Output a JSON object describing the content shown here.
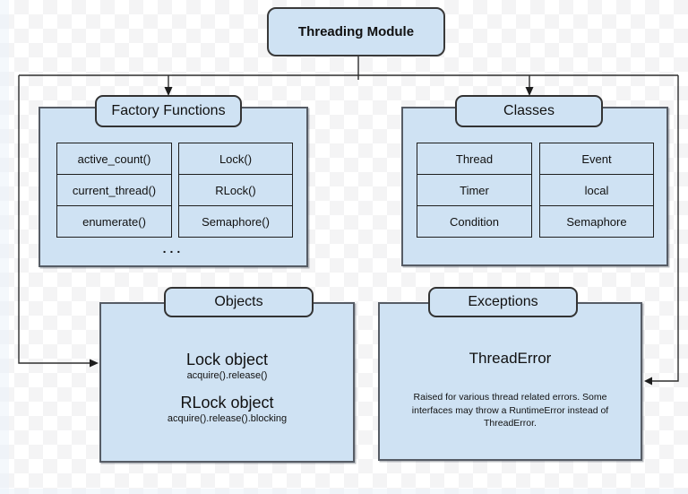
{
  "colors": {
    "box_fill": "#cfe2f3",
    "title_border": "#333333",
    "container_border": "#565c65",
    "connector_line": "#2e2e2e",
    "background_checker": "#f4f4f5"
  },
  "root": {
    "label": "Threading Module"
  },
  "factory_functions": {
    "title": "Factory Functions",
    "cells_left": [
      "active_count()",
      "current_thread()",
      "enumerate()"
    ],
    "cells_right": [
      "Lock()",
      "RLock()",
      "Semaphore()"
    ],
    "ellipsis": "..."
  },
  "classes": {
    "title": "Classes",
    "cells_left": [
      "Thread",
      "Timer",
      "Condition"
    ],
    "cells_right": [
      "Event",
      "local",
      "Semaphore"
    ]
  },
  "objects": {
    "title": "Objects",
    "items": [
      {
        "heading": "Lock object",
        "detail": "acquire().release()"
      },
      {
        "heading": "RLock object",
        "detail": "acquire().release().blocking"
      }
    ]
  },
  "exceptions": {
    "title": "Exceptions",
    "heading": "ThreadError",
    "description": "Raised for various thread related errors. Some interfaces may throw a RuntimeError instead of ThreadError."
  }
}
